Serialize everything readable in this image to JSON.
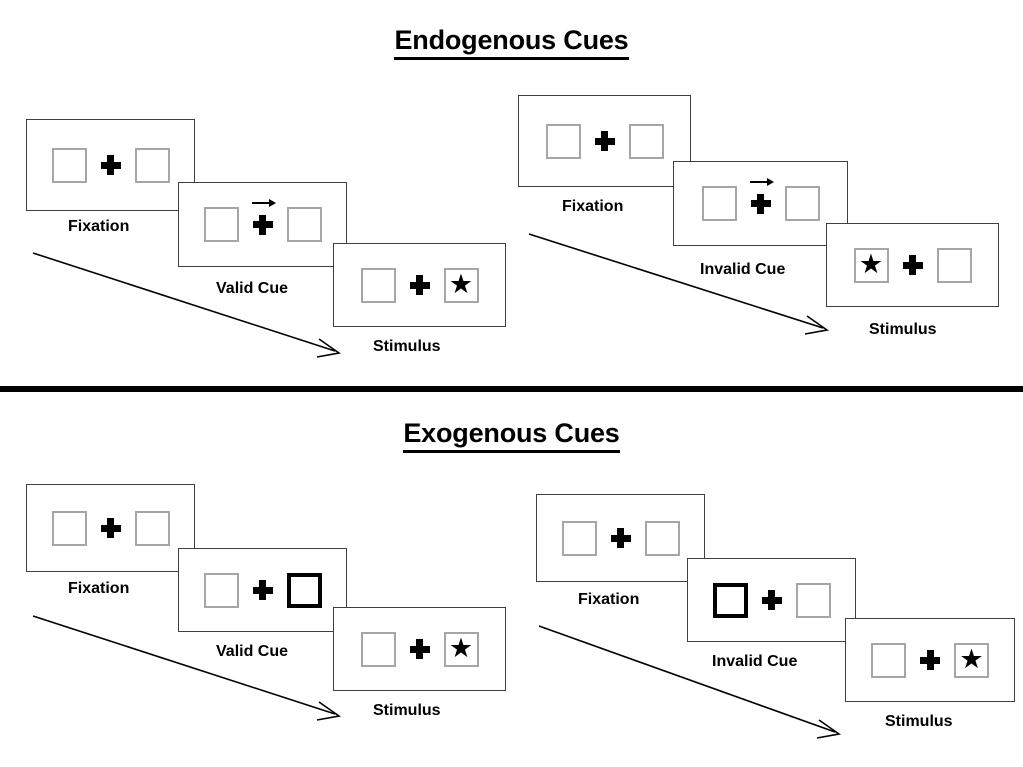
{
  "figure": {
    "title_endogenous": "Endogenous Cues",
    "title_exogenous": "Exogenous Cues",
    "colors": {
      "ink": "#000000",
      "panel_border": "#3f3f3f",
      "box_border": "#a6a6a6",
      "cued_box_border": "#000000",
      "background": "#ffffff"
    }
  },
  "sections": [
    {
      "id": "endogenous",
      "title": "Endogenous Cues",
      "cue_type": "central arrow",
      "sequences": [
        {
          "id": "endogenous-valid",
          "validity": "valid",
          "frames": [
            {
              "caption": "Fixation",
              "cue": "none",
              "cue_direction": "",
              "cued_box": "none",
              "target_box": "none"
            },
            {
              "caption": "Valid Cue",
              "cue": "arrow",
              "cue_direction": "right",
              "cued_box": "right",
              "target_box": "none"
            },
            {
              "caption": "Stimulus",
              "cue": "none",
              "cue_direction": "",
              "cued_box": "none",
              "target_box": "right"
            }
          ]
        },
        {
          "id": "endogenous-invalid",
          "validity": "invalid",
          "frames": [
            {
              "caption": "Fixation",
              "cue": "none",
              "cue_direction": "",
              "cued_box": "none",
              "target_box": "none"
            },
            {
              "caption": "Invalid Cue",
              "cue": "arrow",
              "cue_direction": "right",
              "cued_box": "right",
              "target_box": "none"
            },
            {
              "caption": "Stimulus",
              "cue": "none",
              "cue_direction": "",
              "cued_box": "none",
              "target_box": "left"
            }
          ]
        }
      ]
    },
    {
      "id": "exogenous",
      "title": "Exogenous Cues",
      "cue_type": "peripheral box flash",
      "sequences": [
        {
          "id": "exogenous-valid",
          "validity": "valid",
          "frames": [
            {
              "caption": "Fixation",
              "cue": "none",
              "cue_direction": "",
              "cued_box": "none",
              "target_box": "none"
            },
            {
              "caption": "Valid Cue",
              "cue": "box-highlight",
              "cue_direction": "",
              "cued_box": "right",
              "target_box": "none"
            },
            {
              "caption": "Stimulus",
              "cue": "none",
              "cue_direction": "",
              "cued_box": "none",
              "target_box": "right"
            }
          ]
        },
        {
          "id": "exogenous-invalid",
          "validity": "invalid",
          "frames": [
            {
              "caption": "Fixation",
              "cue": "none",
              "cue_direction": "",
              "cued_box": "none",
              "target_box": "none"
            },
            {
              "caption": "Invalid Cue",
              "cue": "box-highlight",
              "cue_direction": "",
              "cued_box": "left",
              "target_box": "none"
            },
            {
              "caption": "Stimulus",
              "cue": "none",
              "cue_direction": "",
              "cued_box": "none",
              "target_box": "right"
            }
          ]
        }
      ]
    }
  ],
  "glyphs": {
    "star": "★",
    "fixation_cross": "fixation-cross",
    "cue_arrow": "arrow-right"
  },
  "captions": {
    "fixation": "Fixation",
    "valid_cue": "Valid Cue",
    "invalid_cue": "Invalid Cue",
    "stimulus": "Stimulus"
  }
}
